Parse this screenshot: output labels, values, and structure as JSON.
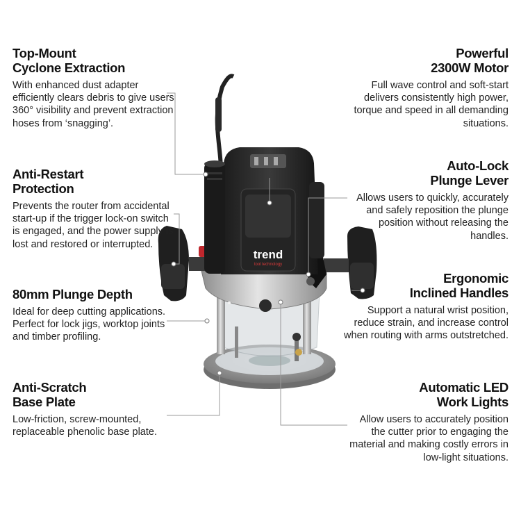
{
  "features": {
    "cyclone": {
      "title_1": "Top-Mount",
      "title_2": "Cyclone Extraction",
      "body": "With enhanced dust adapter efficiently clears debris to give users 360° visibility and prevent extraction hoses from ‘snagging’."
    },
    "anti_restart": {
      "title_1": "Anti-Restart",
      "title_2": "Protection",
      "body": "Prevents the router from accidental start-up if the trigger lock-on switch is engaged, and the power supply is lost and restored or interrupted."
    },
    "plunge_depth": {
      "title_1": "80mm Plunge Depth",
      "body": "Ideal for deep cutting applications. Perfect for lock jigs, worktop joints and timber profiling."
    },
    "base_plate": {
      "title_1": "Anti-Scratch",
      "title_2": "Base Plate",
      "body": "Low-friction, screw-mounted, replaceable phenolic base plate."
    },
    "motor": {
      "title_1": "Powerful",
      "title_2": "2300W Motor",
      "body": "Full wave control and soft-start delivers consistently high power, torque and speed in all demanding situations."
    },
    "plunge_lever": {
      "title_1": "Auto-Lock",
      "title_2": "Plunge Lever",
      "body": "Allows users to quickly, accurately and safely reposition the plunge position without releasing the handles."
    },
    "handles": {
      "title_1": "Ergonomic",
      "title_2": "Inclined Handles",
      "body": "Support a natural wrist position, reduce strain, and increase control when routing with arms outstretched."
    },
    "led": {
      "title_1": "Automatic LED",
      "title_2": "Work Lights",
      "body": "Allow users to accurately position the cutter prior to engaging the material and making costly errors in low-light situations."
    }
  },
  "product": {
    "brand": "trend",
    "tagline": "tool technology"
  }
}
